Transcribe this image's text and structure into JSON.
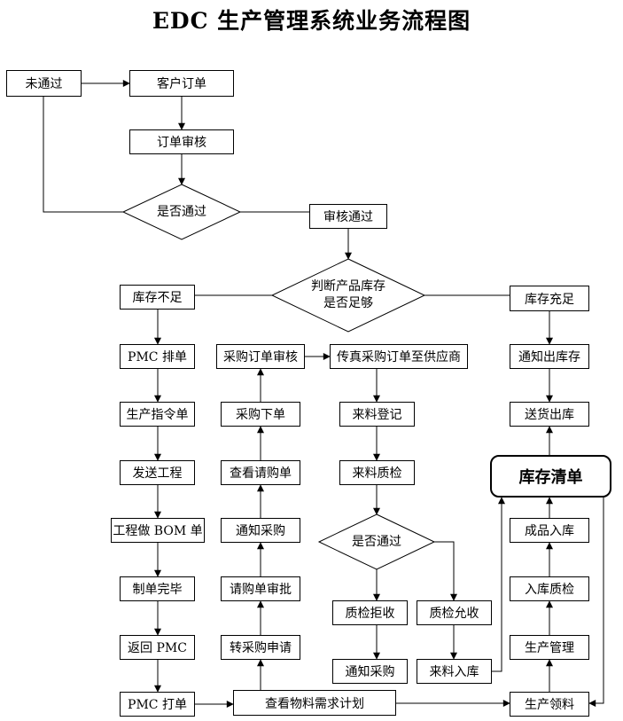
{
  "title": "EDC 生产管理系统业务流程图",
  "colors": {
    "line": "#000000",
    "box_border": "#000000",
    "background": "#ffffff",
    "text": "#000000"
  },
  "nodes": {
    "not_passed": "未通过",
    "customer_order": "客户订单",
    "order_review": "订单审核",
    "pass_or_not_1": "是否通过",
    "review_passed": "审核通过",
    "check_inventory": {
      "line1": "判断产品库存",
      "line2": "是否足够"
    },
    "inventory_insufficient": "库存不足",
    "pmc_scheduling": "PMC 排单",
    "production_order": "生产指令单",
    "send_engineering": "发送工程",
    "engineering_bom": "工程做 BOM 单",
    "order_complete": "制单完毕",
    "return_pmc": "返回 PMC",
    "pmc_print": "PMC 打单",
    "purchase_order_review": "采购订单审核",
    "purchase_place_order": "采购下单",
    "view_requisition": "查看请购单",
    "notify_purchasing_mid": "通知采购",
    "requisition_approval": "请购单审批",
    "transfer_purchase_request": "转采购申请",
    "fax_po_to_supplier": "传真采购订单至供应商",
    "incoming_registration": "来料登记",
    "incoming_inspection": "来料质检",
    "pass_or_not_2": "是否通过",
    "inspection_reject": "质检拒收",
    "inspection_accept": "质检允收",
    "notify_purchasing_bottom": "通知采购",
    "incoming_warehouse": "来料入库",
    "inventory_sufficient": "库存充足",
    "notify_outbound": "通知出库存",
    "delivery_outbound": "送货出库",
    "inventory_list": "库存清单",
    "finished_goods_in": "成品入库",
    "warehouse_inspection": "入库质检",
    "production_management": "生产管理",
    "production_material_pick": "生产领料",
    "view_material_plan": "查看物料需求计划"
  }
}
